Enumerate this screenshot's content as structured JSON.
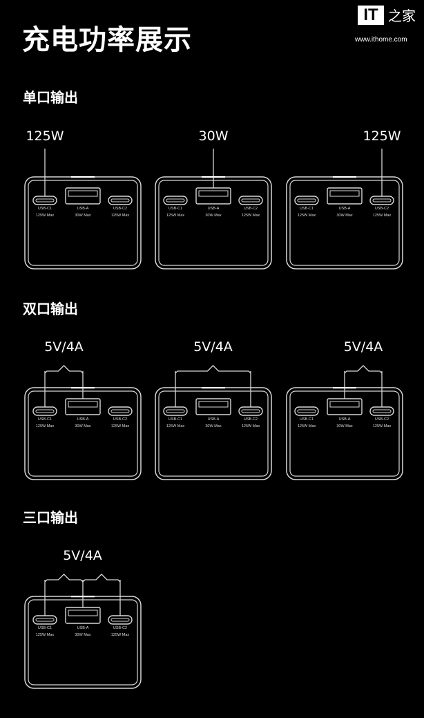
{
  "title": "充电功率展示",
  "logo": {
    "mark": "IT",
    "chinese": "之家",
    "url": "www.ithome.com"
  },
  "ports": [
    {
      "id": "C1",
      "name": "USB-C1",
      "max": "125W Max"
    },
    {
      "id": "A",
      "name": "USB-A",
      "max": "30W Max"
    },
    {
      "id": "C2",
      "name": "USB-C2",
      "max": "125W Max"
    }
  ],
  "colors": {
    "background": "#000000",
    "line": "#d8d8d8"
  },
  "sections": [
    {
      "heading": "单口输出",
      "panels": [
        {
          "power": "125W",
          "connected": [
            "C1"
          ]
        },
        {
          "power": "30W",
          "connected": [
            "A"
          ]
        },
        {
          "power": "125W",
          "connected": [
            "C2"
          ]
        }
      ]
    },
    {
      "heading": "双口输出",
      "panels": [
        {
          "power": "5V/4A",
          "connected": [
            "C1",
            "A"
          ]
        },
        {
          "power": "5V/4A",
          "connected": [
            "C1",
            "C2"
          ]
        },
        {
          "power": "5V/4A",
          "connected": [
            "A",
            "C2"
          ]
        }
      ]
    },
    {
      "heading": "三口输出",
      "panels": [
        {
          "power": "5V/4A",
          "connected": [
            "C1",
            "A",
            "C2"
          ]
        }
      ]
    }
  ]
}
